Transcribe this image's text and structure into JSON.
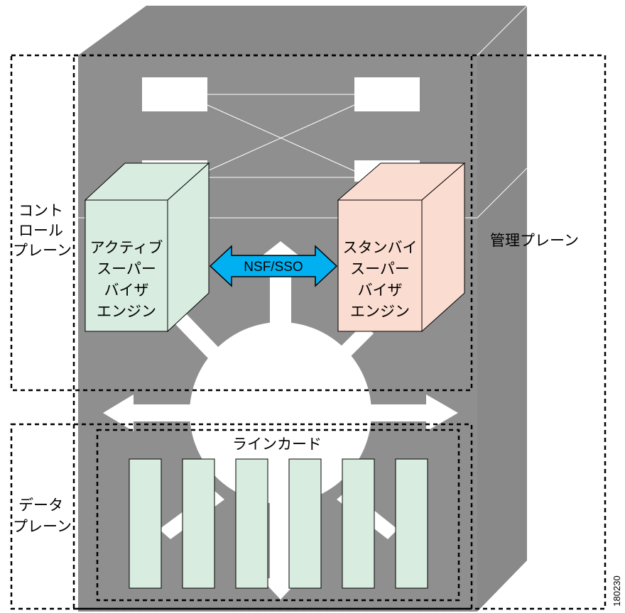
{
  "labels": {
    "control_plane": [
      "コント",
      "ロール",
      "プレーン"
    ],
    "data_plane": [
      "データ",
      "プレーン"
    ],
    "management_plane": "管理プレーン",
    "active_supervisor": [
      "アクティブ",
      "スーパー",
      "バイザ",
      "エンジン"
    ],
    "standby_supervisor": [
      "スタンバイ",
      "スーパー",
      "バイザ",
      "エンジン"
    ],
    "nsf_sso": "NSF/SSO",
    "line_cards": "ラインカード",
    "figure_id": "180230"
  },
  "colors": {
    "chassis_front": "#8f8f8f",
    "chassis_side": "#898989",
    "chassis_top": "#898989",
    "active_supervisor": "#d8ece0",
    "standby_supervisor": "#fadcd0",
    "line_card": "#d8ece0",
    "nsf_arrow": "#00b0f0"
  },
  "counts": {
    "line_cards": 6
  }
}
